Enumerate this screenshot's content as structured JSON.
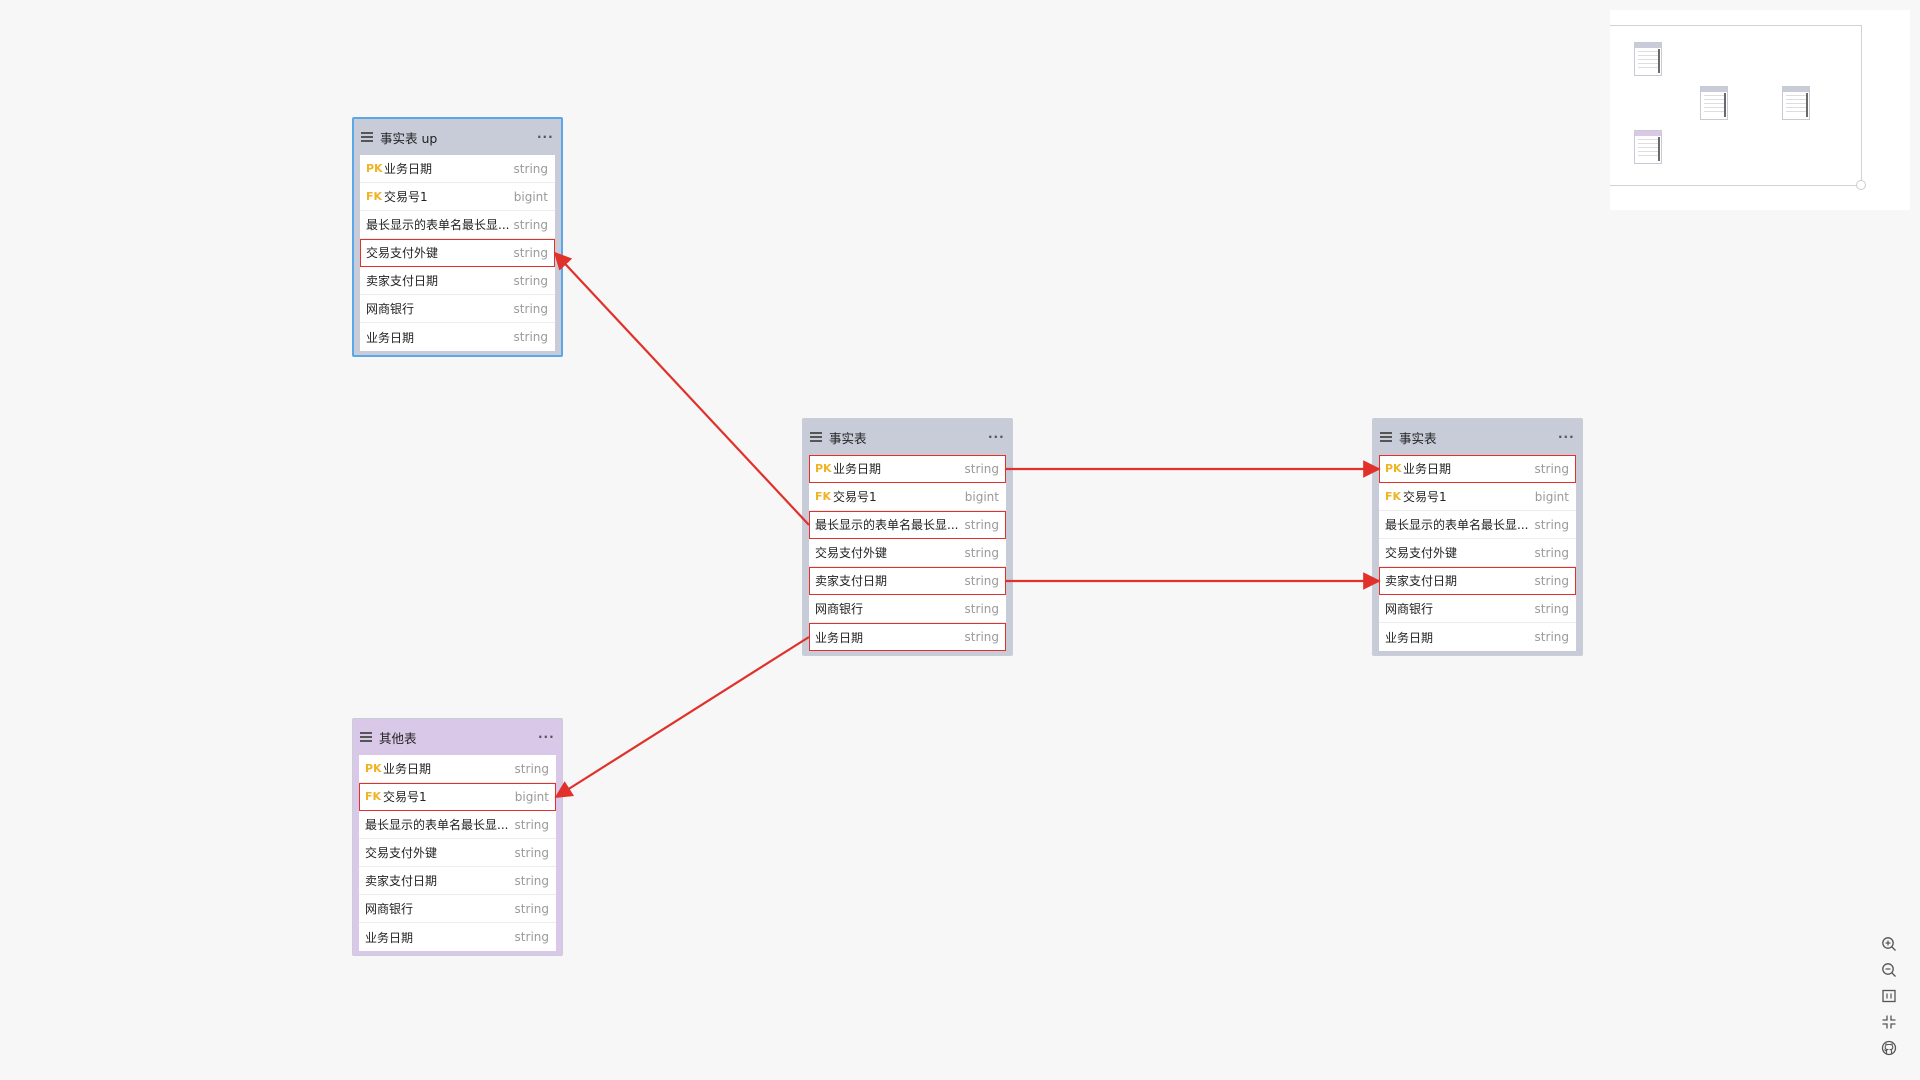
{
  "tables": [
    {
      "title": "事实表 up",
      "theme": "default",
      "more": "···",
      "fields": [
        {
          "key": "PK",
          "name": "业务日期",
          "type": "string"
        },
        {
          "key": "FK",
          "name": "交易号1",
          "type": "bigint"
        },
        {
          "key": "",
          "name": "最长显示的表单名最长显...",
          "type": "string"
        },
        {
          "key": "",
          "name": "交易支付外键",
          "type": "string",
          "highlighted": true
        },
        {
          "key": "",
          "name": "卖家支付日期",
          "type": "string"
        },
        {
          "key": "",
          "name": "网商银行",
          "type": "string"
        },
        {
          "key": "",
          "name": "业务日期",
          "type": "string"
        }
      ]
    },
    {
      "title": "事实表",
      "theme": "default",
      "more": "···",
      "fields": [
        {
          "key": "PK",
          "name": "业务日期",
          "type": "string",
          "highlighted": true
        },
        {
          "key": "FK",
          "name": "交易号1",
          "type": "bigint"
        },
        {
          "key": "",
          "name": "最长显示的表单名最长显...",
          "type": "string",
          "highlighted": true
        },
        {
          "key": "",
          "name": "交易支付外键",
          "type": "string"
        },
        {
          "key": "",
          "name": "卖家支付日期",
          "type": "string",
          "highlighted": true
        },
        {
          "key": "",
          "name": "网商银行",
          "type": "string"
        },
        {
          "key": "",
          "name": "业务日期",
          "type": "string",
          "highlighted": true
        }
      ]
    },
    {
      "title": "事实表",
      "theme": "default",
      "more": "···",
      "fields": [
        {
          "key": "PK",
          "name": "业务日期",
          "type": "string",
          "highlighted": true
        },
        {
          "key": "FK",
          "name": "交易号1",
          "type": "bigint"
        },
        {
          "key": "",
          "name": "最长显示的表单名最长显...",
          "type": "string"
        },
        {
          "key": "",
          "name": "交易支付外键",
          "type": "string"
        },
        {
          "key": "",
          "name": "卖家支付日期",
          "type": "string",
          "highlighted": true
        },
        {
          "key": "",
          "name": "网商银行",
          "type": "string"
        },
        {
          "key": "",
          "name": "业务日期",
          "type": "string"
        }
      ]
    },
    {
      "title": "其他表",
      "theme": "purple",
      "more": "···",
      "fields": [
        {
          "key": "PK",
          "name": "业务日期",
          "type": "string"
        },
        {
          "key": "FK",
          "name": "交易号1",
          "type": "bigint",
          "highlighted": true
        },
        {
          "key": "",
          "name": "最长显示的表单名最长显...",
          "type": "string"
        },
        {
          "key": "",
          "name": "交易支付外键",
          "type": "string"
        },
        {
          "key": "",
          "name": "卖家支付日期",
          "type": "string"
        },
        {
          "key": "",
          "name": "网商银行",
          "type": "string"
        },
        {
          "key": "",
          "name": "业务日期",
          "type": "string"
        }
      ]
    }
  ],
  "relations": [
    {
      "from_table": 1,
      "from_field": 2,
      "to_table": 0,
      "to_field": 3
    },
    {
      "from_table": 1,
      "from_field": 0,
      "to_table": 2,
      "to_field": 0
    },
    {
      "from_table": 1,
      "from_field": 4,
      "to_table": 2,
      "to_field": 4
    },
    {
      "from_table": 1,
      "from_field": 6,
      "to_table": 3,
      "to_field": 1
    }
  ],
  "colors": {
    "relation_line": "#e0312b",
    "header_default": "#c7ccd8",
    "header_purple": "#d9c8e8",
    "selected_border": "#5ba7e8",
    "key_badge": "#f0b323"
  },
  "toolbar": {
    "icons": [
      "zoom-in-icon",
      "zoom-out-icon",
      "fit-view-icon",
      "collapse-icon",
      "github-icon"
    ]
  }
}
